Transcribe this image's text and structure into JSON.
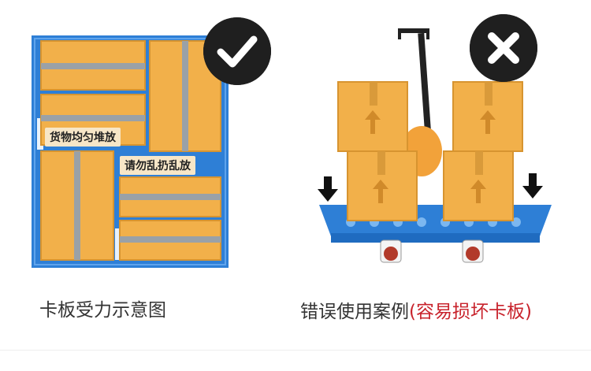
{
  "left": {
    "badge_icon": "checkmark-icon",
    "tag_even": "货物均匀堆放",
    "tag_throw": "请勿乱扔乱放",
    "caption": "卡板受力示意图"
  },
  "right": {
    "badge_icon": "x-mark-icon",
    "caption_main": "错误使用案例",
    "caption_warning": "(容易损坏卡板)",
    "arrow_icon": "down-arrow-icon"
  },
  "colors": {
    "pallet_blue": "#2e7fd6",
    "box_orange": "#f2b04a",
    "warning_red": "#c8232c",
    "badge_dark": "#1f1f1f"
  }
}
